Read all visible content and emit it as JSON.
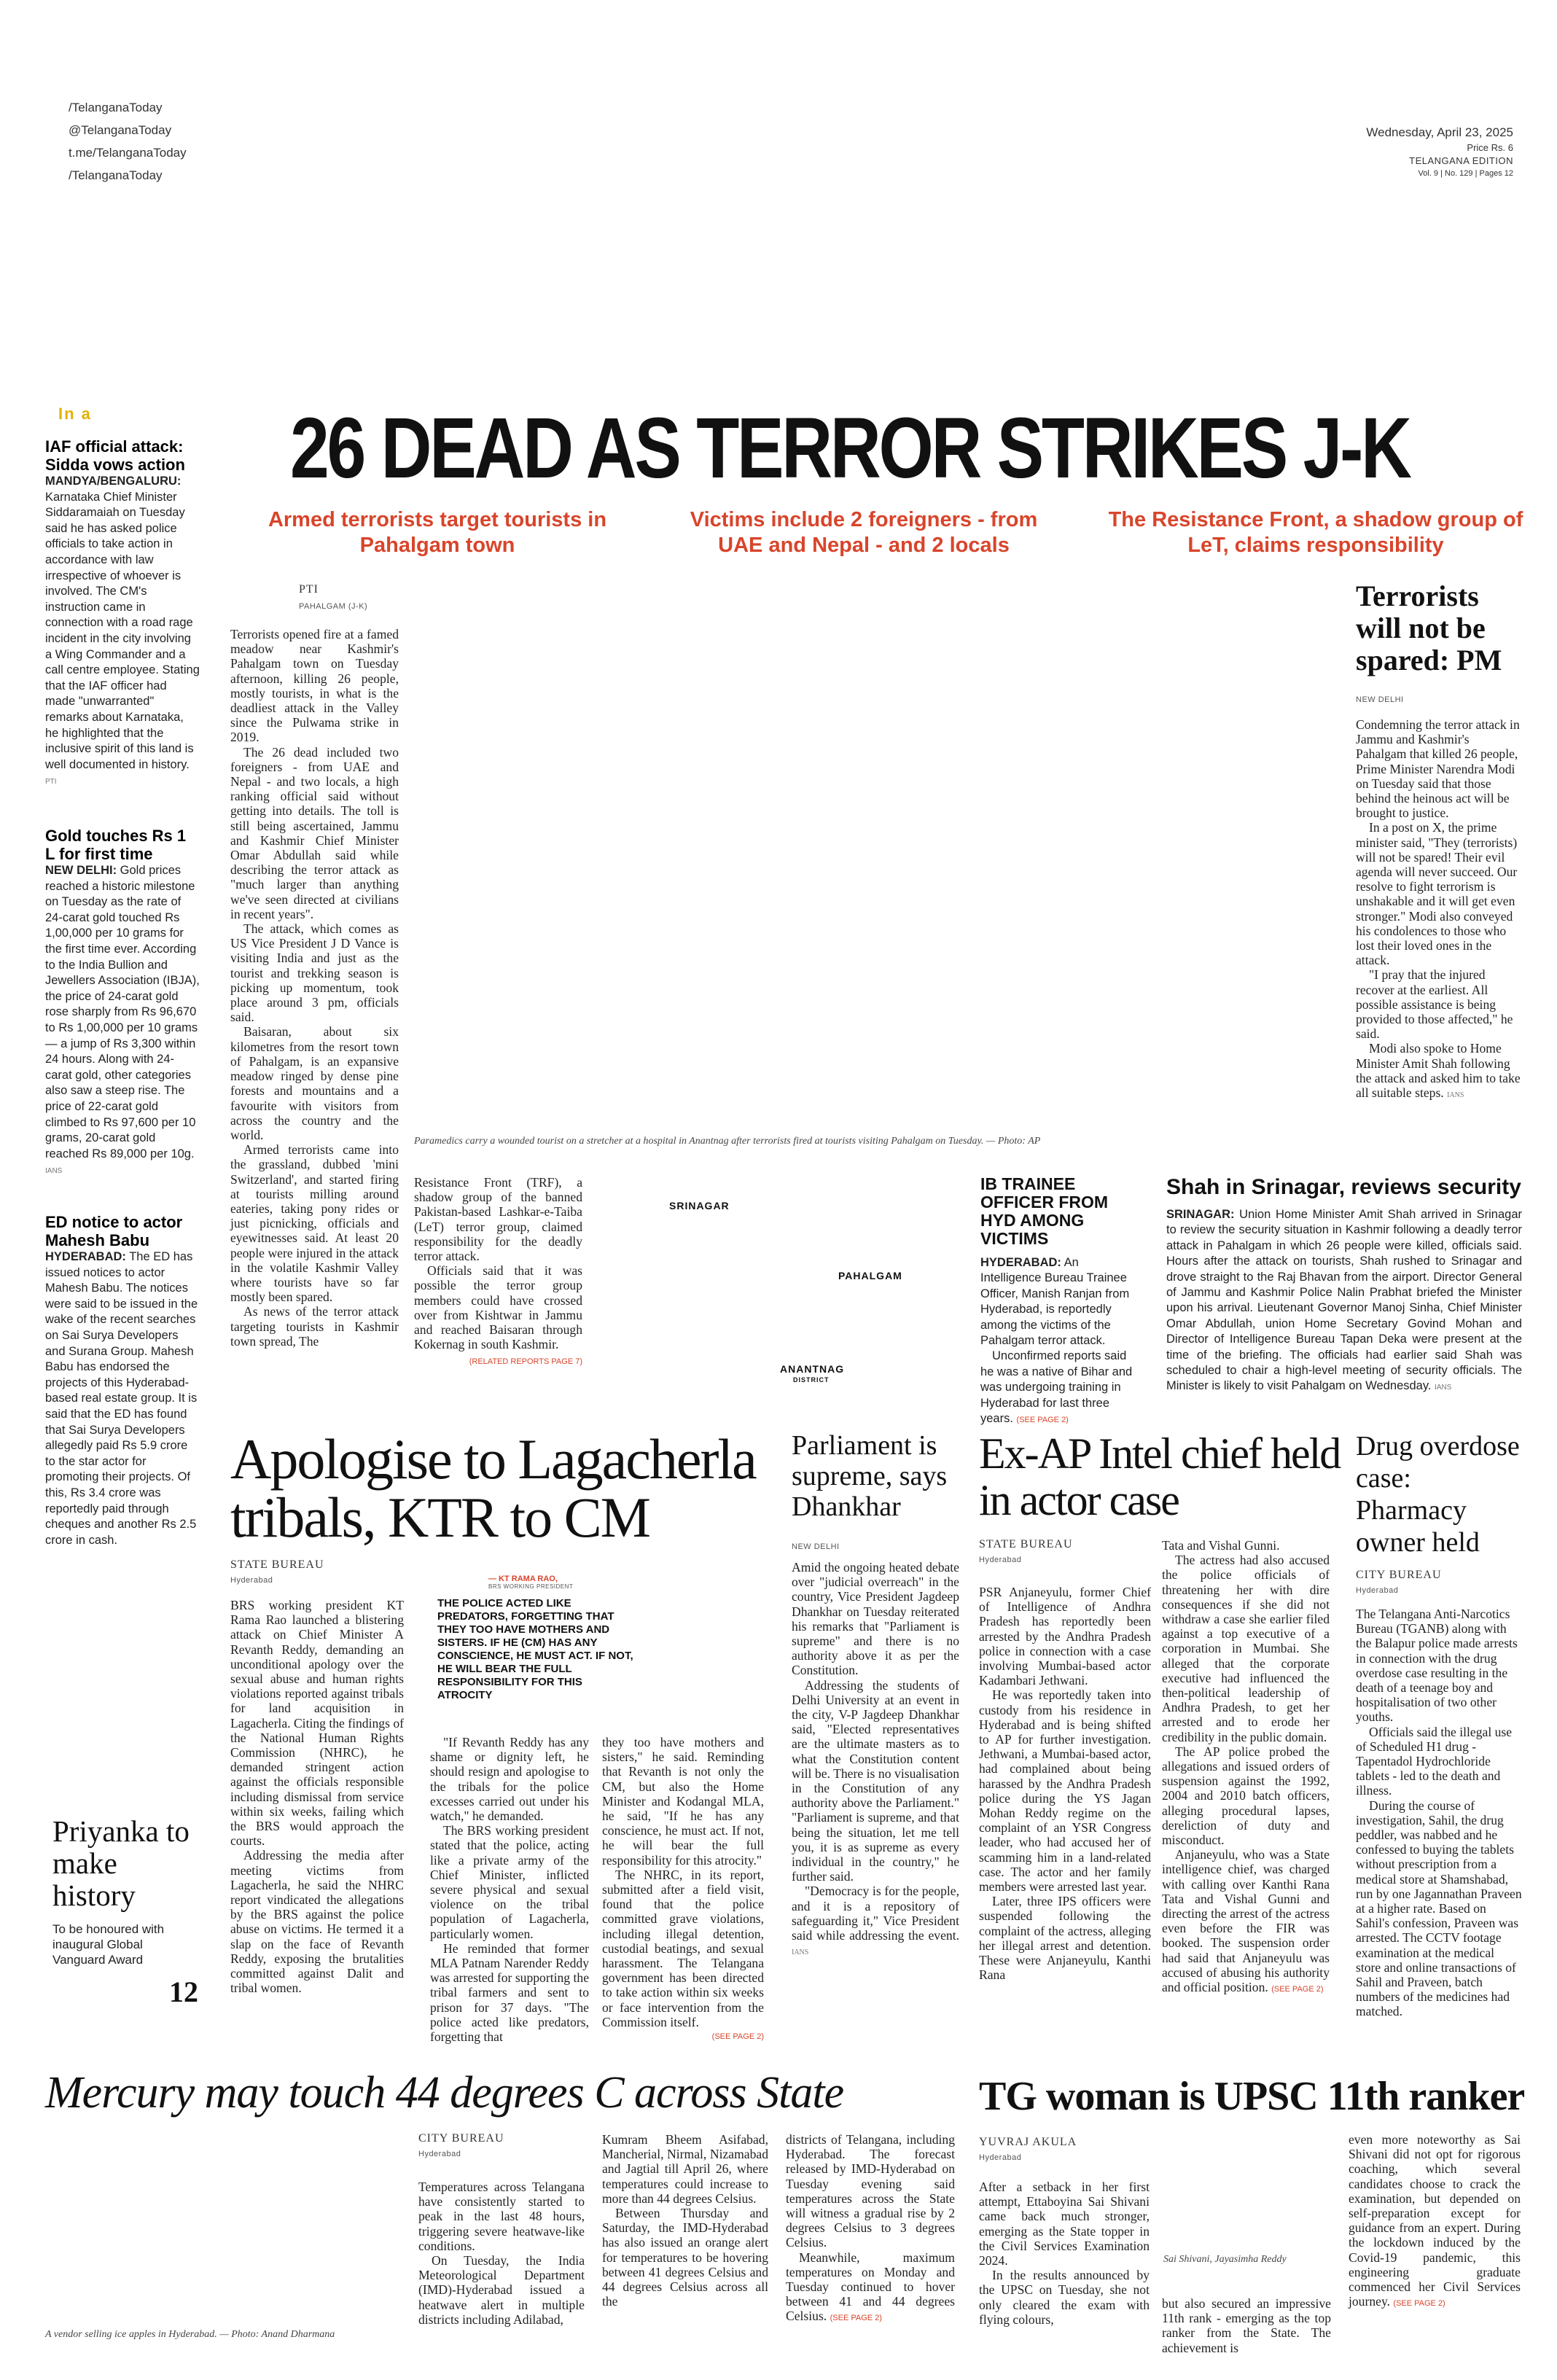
{
  "masthead": {
    "social": [
      "/TelanganaToday",
      "@TelanganaToday",
      "t.me/TelanganaToday",
      "/TelanganaToday"
    ],
    "date": "Wednesday, April 23, 2025",
    "price": "Price Rs. 6",
    "edition": "TELANGANA EDITION",
    "volume": "Vol. 9 | No. 129 | Pages 12"
  },
  "rail": {
    "tag": "In a",
    "briefs": [
      {
        "headline": "IAF official attack: Sidda vows action",
        "dateline": "MANDYA/BENGALURU:",
        "body": "Karnataka Chief Minister Siddaramaiah on Tuesday said he has asked police officials to take action in accordance with law irrespective of whoever is involved. The CM's instruction came in connection with a road rage incident in the city involving a Wing Commander and a call centre employee. Stating that the IAF officer had made \"unwarranted\" remarks about Karnataka, he highlighted that the inclusive spirit of this land is well documented in history.",
        "credit": "PTI"
      },
      {
        "headline": "Gold touches Rs 1 L for first time",
        "dateline": "NEW DELHI:",
        "body": "Gold prices reached a historic milestone on Tuesday as the rate of 24-carat gold touched Rs 1,00,000 per 10 grams for the first time ever. According to the India Bullion and Jewellers Association (IBJA), the price of 24-carat gold rose sharply from Rs 96,670 to Rs 1,00,000 per 10 grams — a jump of Rs 3,300 within 24 hours. Along with 24-carat gold, other categories also saw a steep rise. The price of 22-carat gold climbed to Rs 97,600 per 10 grams, 20-carat gold reached Rs 89,000 per 10g.",
        "credit": "IANS"
      },
      {
        "headline": "ED notice to actor Mahesh Babu",
        "dateline": "HYDERABAD:",
        "body": "The ED has issued notices to actor Mahesh Babu. The notices were said to be issued in the wake of the recent searches on Sai Surya Developers and Surana Group. Mahesh Babu has endorsed the projects of this Hyderabad-based real estate group. It is said that the ED has found that Sai Surya Developers allegedly paid Rs 5.9 crore to the star actor for promoting their projects. Of this, Rs 3.4 crore was reportedly paid through cheques and another Rs 2.5 crore in cash.",
        "credit": ""
      }
    ],
    "promo": {
      "headline": "Priyanka to make history",
      "body": "To be honoured with inaugural Global Vanguard Award",
      "page": "12"
    }
  },
  "lead": {
    "headline": "26 DEAD AS TERROR STRIKES J-K",
    "decks": [
      "Armed terrorists target tourists in Pahalgam town",
      "Victims include 2 foreigners - from UAE and Nepal - and 2 locals",
      "The Resistance Front, a shadow group of LeT, claims responsibility"
    ],
    "byline": "PTI",
    "dateline": "PAHALGAM (J-K)",
    "col1": [
      "Terrorists opened fire at a famed meadow near Kashmir's Pahalgam town on Tuesday afternoon, killing 26 people, mostly tourists, in what is the deadliest attack in the Valley since the Pulwama strike in 2019.",
      "The 26 dead included two foreigners - from UAE and Nepal - and two locals, a high ranking official said without getting into details. The toll is still being ascertained, Jammu and Kashmir Chief Minister Omar Abdullah said while describing the terror attack as \"much larger than anything we've seen directed at civilians in recent years\".",
      "The attack, which comes as US Vice President J D Vance is visiting India and just as the tourist and trekking season is picking up momentum, took place around 3 pm, officials said.",
      "Baisaran, about six kilometres from the resort town of Pahalgam, is an expansive meadow ringed by dense pine forests and mountains and a favourite with visitors from across the country and the world.",
      "Armed terrorists came into the grassland, dubbed 'mini Switzerland', and started firing at tourists milling around eateries, taking pony rides or just picnicking, officials and eyewitnesses said. At least 20 people were injured in the attack in the volatile Kashmir Valley where tourists have so far mostly been spared.",
      "As news of the terror attack targeting tourists in Kashmir town spread, The"
    ],
    "col2": [
      "Resistance Front (TRF), a shadow group of the banned Pakistan-based Lashkar-e-Taiba (LeT) terror group, claimed responsibility for the deadly terror attack.",
      "Officials said that it was possible the terror group members could have crossed over from Kishtwar in Jammu and reached Baisaran through Kokernag in south Kashmir."
    ],
    "col2_ref": "(RELATED REPORTS PAGE 7)",
    "caption": "Paramedics carry a wounded tourist on a stretcher at a hospital in Anantnag after terrorists fired at tourists visiting Pahalgam on Tuesday. — Photo: AP"
  },
  "map": {
    "labels": [
      "SRINAGAR",
      "PAHALGAM",
      "ANANTNAG"
    ],
    "sub": "DISTRICT"
  },
  "ib": {
    "headline": "IB TRAINEE OFFICER FROM HYD AMONG VICTIMS",
    "dateline": "HYDERABAD:",
    "body1": "An Intelligence Bureau Trainee Officer, Manish Ranjan from Hyderabad, is reportedly among the victims of the Pahalgam terror attack.",
    "body2": "Unconfirmed reports said he was a native of Bihar and was undergoing training in Hyderabad for last three years.",
    "see": "(SEE PAGE 2)"
  },
  "pm": {
    "headline": "Terrorists will not be spared: PM",
    "dateline": "NEW DELHI",
    "paras": [
      "Condemning the terror attack in Jammu and Kashmir's Pahalgam that killed 26 people, Prime Minister Narendra Modi on Tuesday said that those behind the heinous act will be brought to justice.",
      "In a post on X, the prime minister said, \"They (terrorists) will not be spared! Their evil agenda will never succeed. Our resolve to fight terrorism is unshakable and it will get even stronger.\" Modi also conveyed his condolences to those who lost their loved ones in the attack.",
      "\"I pray that the injured recover at the earliest. All possible assistance is being provided to those affected,\" he said.",
      "Modi also spoke to Home Minister Amit Shah following the attack and asked him to take all suitable steps."
    ],
    "credit": "IANS"
  },
  "shah": {
    "headline": "Shah in Srinagar, reviews security",
    "dateline": "SRINAGAR:",
    "body": "Union Home Minister Amit Shah arrived in Srinagar to review the security situation in Kashmir following a deadly terror attack in Pahalgam in which 26 people were killed, officials said. Hours after the attack on tourists, Shah rushed to Srinagar and drove straight to the Raj Bhavan from the airport. Director General of Jammu and Kashmir Police Nalin Prabhat briefed the Minister upon his arrival. Lieutenant Governor Manoj Sinha, Chief Minister Omar Abdullah, union Home Secretary Govind Mohan and Director of Intelligence Bureau Tapan Deka were present at the time of the briefing. The officials had earlier said Shah was scheduled to chair a high-level meeting of security officials. The Minister is likely to visit Pahalgam on Wednesday.",
    "credit": "IANS"
  },
  "ktr": {
    "headline": "Apologise to Lagacherla tribals, KTR to CM",
    "byline": "STATE BUREAU",
    "dateline": "Hyderabad",
    "quote_attr": "— KT RAMA RAO,",
    "quote_role": "BRS WORKING PRESIDENT",
    "quote": "THE POLICE ACTED LIKE PREDATORS, FORGETTING THAT THEY TOO HAVE MOTHERS AND SISTERS. IF HE (CM) HAS ANY CONSCIENCE, HE MUST ACT. IF NOT, HE WILL BEAR THE FULL RESPONSIBILITY FOR THIS ATROCITY",
    "col1": [
      "BRS working president KT Rama Rao launched a blistering attack on Chief Minister A Revanth Reddy, demanding an unconditional apology over the sexual abuse and human rights violations reported against tribals for land acquisition in Lagacherla. Citing the findings of the National Human Rights Commission (NHRC), he demanded stringent action against the officials responsible including dismissal from service within six weeks, failing which the BRS would approach the courts.",
      "Addressing the media after meeting victims from Lagacherla, he said the NHRC report vindicated the allegations by the BRS against the police abuse on victims. He termed it a slap on the face of Revanth Reddy, exposing the brutalities committed against Dalit and tribal women."
    ],
    "col2": [
      "\"If Revanth Reddy has any shame or dignity left, he should resign and apologise to the tribals for the police excesses carried out under his watch,\" he demanded.",
      "The BRS working president stated that the police, acting like a private army of the Chief Minister, inflicted severe physical and sexual violence on the tribal population of Lagacherla, particularly women.",
      "He reminded that former MLA Patnam Narender Reddy was arrested for supporting the tribal farmers and sent to prison for 37 days. \"The police acted like predators, forgetting that"
    ],
    "col3": [
      "they too have mothers and sisters,\" he said. Reminding that Revanth is not only the CM, but also the Home Minister and Kodangal MLA, he said, \"If he has any conscience, he must act. If not, he will bear the full responsibility for this atrocity.\"",
      "The NHRC, in its report, submitted after a field visit, found that the police committed grave violations, including illegal detention, custodial beatings, and sexual harassment. The Telangana government has been directed to take action within six weeks or face intervention from the Commission itself."
    ],
    "see": "(SEE PAGE 2)"
  },
  "dhankhar": {
    "headline": "Parliament is supreme, says Dhankhar",
    "dateline": "NEW DELHI",
    "paras": [
      "Amid the ongoing heated debate over \"judicial overreach\" in the country, Vice President Jagdeep Dhankhar on Tuesday reiterated his remarks that \"Parliament is supreme\" and there is no authority above it as per the Constitution.",
      "Addressing the students of Delhi University at an event in the city, V-P Jagdeep Dhankhar said, \"Elected representatives are the ultimate masters as to what the Constitution content will be. There is no visualisation in the Constitution of any authority above the Parliament.\" \"Parliament is supreme, and that being the situation, let me tell you, it is as supreme as every individual in the country,\" he further said.",
      "\"Democracy is for the people, and it is a repository of safeguarding it,\" Vice President said while addressing the event."
    ],
    "credit": "IANS"
  },
  "intel": {
    "headline": "Ex-AP Intel chief held in actor case",
    "byline": "STATE BUREAU",
    "dateline": "Hyderabad",
    "col1": [
      "PSR Anjaneyulu, former Chief of Intelligence of Andhra Pradesh has reportedly been arrested by the Andhra Pradesh police in connection with a case involving Mumbai-based actor Kadambari Jethwani.",
      "He was reportedly taken into custody from his residence in Hyderabad and is being shifted to AP for further investigation. Jethwani, a Mumbai-based actor, had complained about being harassed by the Andhra Pradesh police during the YS Jagan Mohan Reddy regime on the complaint of an YSR Congress leader, who had accused her of scamming him in a land-related case. The actor and her family members were arrested last year.",
      "Later, three IPS officers were suspended following the complaint of the actress, alleging her illegal arrest and detention. These were Anjaneyulu, Kanthi Rana"
    ],
    "col2": [
      "Tata and Vishal Gunni.",
      "The actress had also accused the police officials of threatening her with dire consequences if she did not withdraw a case she earlier filed against a top executive of a corporation in Mumbai. She alleged that the corporate executive had influenced the then-political leadership of Andhra Pradesh, to get her arrested and to erode her credibility in the public domain.",
      "The AP police probed the allegations and issued orders of suspension against the 1992, 2004 and 2010 batch officers, alleging procedural lapses, dereliction of duty and misconduct.",
      "Anjaneyulu, who was a State intelligence chief, was charged with calling over Kanthi Rana Tata and Vishal Gunni and directing the arrest of the actress even before the FIR was booked. The suspension order had said that Anjaneyulu was accused of abusing his authority and official position."
    ],
    "see": "(SEE PAGE 2)"
  },
  "drug": {
    "headline": "Drug overdose case: Pharmacy owner held",
    "byline": "CITY BUREAU",
    "dateline": "Hyderabad",
    "paras": [
      "The Telangana Anti-Narcotics Bureau (TGANB) along with the Balapur police made arrests in connection with the drug overdose case resulting in the death of a teenage boy and hospitalisation of two other youths.",
      "Officials said the illegal use of Scheduled H1 drug - Tapentadol Hydrochloride tablets - led to the death and illness.",
      "During the course of investigation, Sahil, the drug peddler, was nabbed and he confessed to buying the tablets without prescription from a medical store at Shamshabad, run by one Jagannathan Praveen at a higher rate. Based on Sahil's confession, Praveen was arrested. The CCTV footage examination at the medical store and online transactions of Sahil and Praveen, batch numbers of the medicines had matched."
    ]
  },
  "mercury": {
    "headline": "Mercury may touch 44 degrees C across State",
    "caption": "A vendor selling ice apples in Hyderabad. — Photo: Anand Dharmana",
    "byline": "CITY BUREAU",
    "dateline": "Hyderabad",
    "col1": [
      "Temperatures across Telangana have consistently started to peak in the last 48 hours, triggering severe heatwave-like conditions.",
      "On Tuesday, the India Meteorological Department (IMD)-Hyderabad issued a heatwave alert in multiple districts including Adilabad,"
    ],
    "col2": [
      "Kumram Bheem Asifabad, Mancherial, Nirmal, Nizamabad and Jagtial till April 26, where temperatures could increase to more than 44 degrees Celsius.",
      "Between Thursday and Saturday, the IMD-Hyderabad has also issued an orange alert for temperatures to be hovering between 41 degrees Celsius and 44 degrees Celsius across all the"
    ],
    "col3": [
      "districts of Telangana, including Hyderabad. The forecast released by IMD-Hyderabad on Tuesday evening said temperatures across the State will witness a gradual rise by 2 degrees Celsius to 3 degrees Celsius.",
      "Meanwhile, maximum temperatures on Monday and Tuesday continued to hover between 41 and 44 degrees Celsius."
    ],
    "see": "(SEE PAGE 2)"
  },
  "upsc": {
    "headline": "TG woman is UPSC 11th ranker",
    "byline": "YUVRAJ AKULA",
    "dateline": "Hyderabad",
    "col1": [
      "After a setback in her first attempt, Ettaboyina Sai Shivani came back much stronger, emerging as the State topper in the Civil Services Examination 2024.",
      "In the results announced by the UPSC on Tuesday, she not only cleared the exam with flying colours,"
    ],
    "caption": "Sai Shivani, Jayasimha Reddy",
    "col2": [
      "but also secured an impressive 11th rank - emerging as the top ranker from the State. The achievement is"
    ],
    "col3": [
      "even more noteworthy as Sai Shivani did not opt for rigorous coaching, which several candidates choose to crack the examination, but depended on self-preparation except for guidance from an expert. During the lockdown induced by the Covid-19 pandemic, this engineering graduate commenced her Civil Services journey."
    ],
    "see": "(SEE PAGE 2)"
  }
}
